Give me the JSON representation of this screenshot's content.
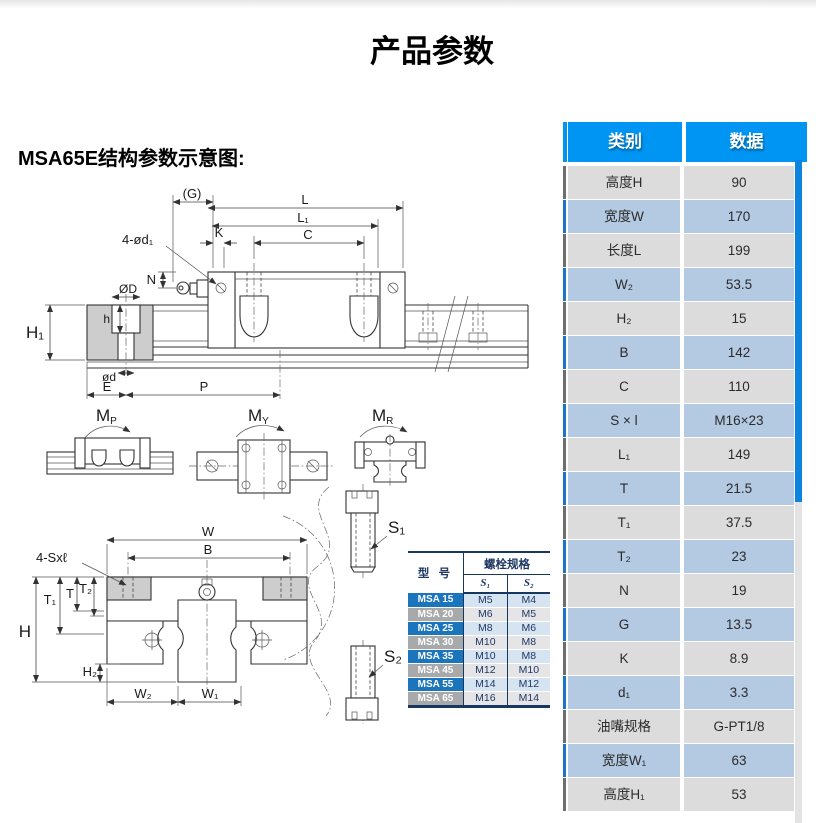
{
  "page": {
    "title": "产品参数",
    "section_heading": "MSA65E结构参数示意图:"
  },
  "palette": {
    "header-blue": "#0095f2",
    "row-gray": "#dcdcdc",
    "row-blue": "#b4c9e2",
    "scroll-blue": "#0c83dc",
    "model-blue": "#1b75bc",
    "model-gray": "#a7a9ab",
    "val-blue": "#d6e4f2",
    "val-gray": "#e5e5e7"
  },
  "diagram": {
    "top": {
      "g_dim": "(G)",
      "k_dim": "K",
      "l_dim": "L",
      "l1_dim": "L₁",
      "c_dim": "C",
      "hole_label": "4-ød₁",
      "n_dim": "N",
      "bore_dia": "ØD",
      "bore_depth": "h",
      "height_h1": "H₁",
      "hole_dia": "ød",
      "e_dim": "E",
      "p_dim": "P"
    },
    "moments": {
      "mp_base": "M",
      "mp_sub": "P",
      "my_base": "M",
      "my_sub": "Y",
      "mr_base": "M",
      "mr_sub": "R"
    },
    "front": {
      "w_dim": "W",
      "b_dim": "B",
      "bolt_label": "4-Sxℓ",
      "t1_dim": "T₁",
      "t_dim": "T",
      "t2_dim": "T₂",
      "h_dim": "H",
      "h2_dim": "H₂",
      "w2_dim": "W₂",
      "w1_dim": "W₁",
      "s1_label": "S₁",
      "s2_label": "S₂"
    }
  },
  "bolt_table": {
    "model_header": "型 号",
    "spec_header": "螺栓规格",
    "s1_header": "S₁",
    "s2_header": "S₂",
    "rows": [
      {
        "model": "MSA 15",
        "s1": "M5",
        "s2": "M4",
        "tint": "blue"
      },
      {
        "model": "MSA 20",
        "s1": "M6",
        "s2": "M5",
        "tint": "gray"
      },
      {
        "model": "MSA 25",
        "s1": "M8",
        "s2": "M6",
        "tint": "blue"
      },
      {
        "model": "MSA 30",
        "s1": "M10",
        "s2": "M8",
        "tint": "gray"
      },
      {
        "model": "MSA 35",
        "s1": "M10",
        "s2": "M8",
        "tint": "blue"
      },
      {
        "model": "MSA 45",
        "s1": "M12",
        "s2": "M10",
        "tint": "gray"
      },
      {
        "model": "MSA 55",
        "s1": "M14",
        "s2": "M12",
        "tint": "blue"
      },
      {
        "model": "MSA 65",
        "s1": "M16",
        "s2": "M14",
        "tint": "gray"
      }
    ]
  },
  "spec_table": {
    "category_header": "类别",
    "data_header": "数据",
    "rows": [
      {
        "label": "高度H",
        "value": "90",
        "tint": "gray"
      },
      {
        "label": "宽度W",
        "value": "170",
        "tint": "blue"
      },
      {
        "label": "长度L",
        "value": "199",
        "tint": "gray"
      },
      {
        "label": "W₂",
        "value": "53.5",
        "tint": "blue"
      },
      {
        "label": "H₂",
        "value": "15",
        "tint": "gray"
      },
      {
        "label": "B",
        "value": "142",
        "tint": "blue"
      },
      {
        "label": "C",
        "value": "110",
        "tint": "gray"
      },
      {
        "label": "S × l",
        "value": "M16×23",
        "tint": "blue"
      },
      {
        "label": "L₁",
        "value": "149",
        "tint": "gray"
      },
      {
        "label": "T",
        "value": "21.5",
        "tint": "blue"
      },
      {
        "label": "T₁",
        "value": "37.5",
        "tint": "gray"
      },
      {
        "label": "T₂",
        "value": "23",
        "tint": "blue"
      },
      {
        "label": "N",
        "value": "19",
        "tint": "gray"
      },
      {
        "label": "G",
        "value": "13.5",
        "tint": "blue"
      },
      {
        "label": "K",
        "value": "8.9",
        "tint": "gray"
      },
      {
        "label": "d₁",
        "value": "3.3",
        "tint": "blue"
      },
      {
        "label": "油嘴规格",
        "value": "G-PT1/8",
        "tint": "gray"
      },
      {
        "label": "宽度W₁",
        "value": "63",
        "tint": "blue"
      },
      {
        "label": "高度H₁",
        "value": "53",
        "tint": "gray"
      }
    ]
  }
}
